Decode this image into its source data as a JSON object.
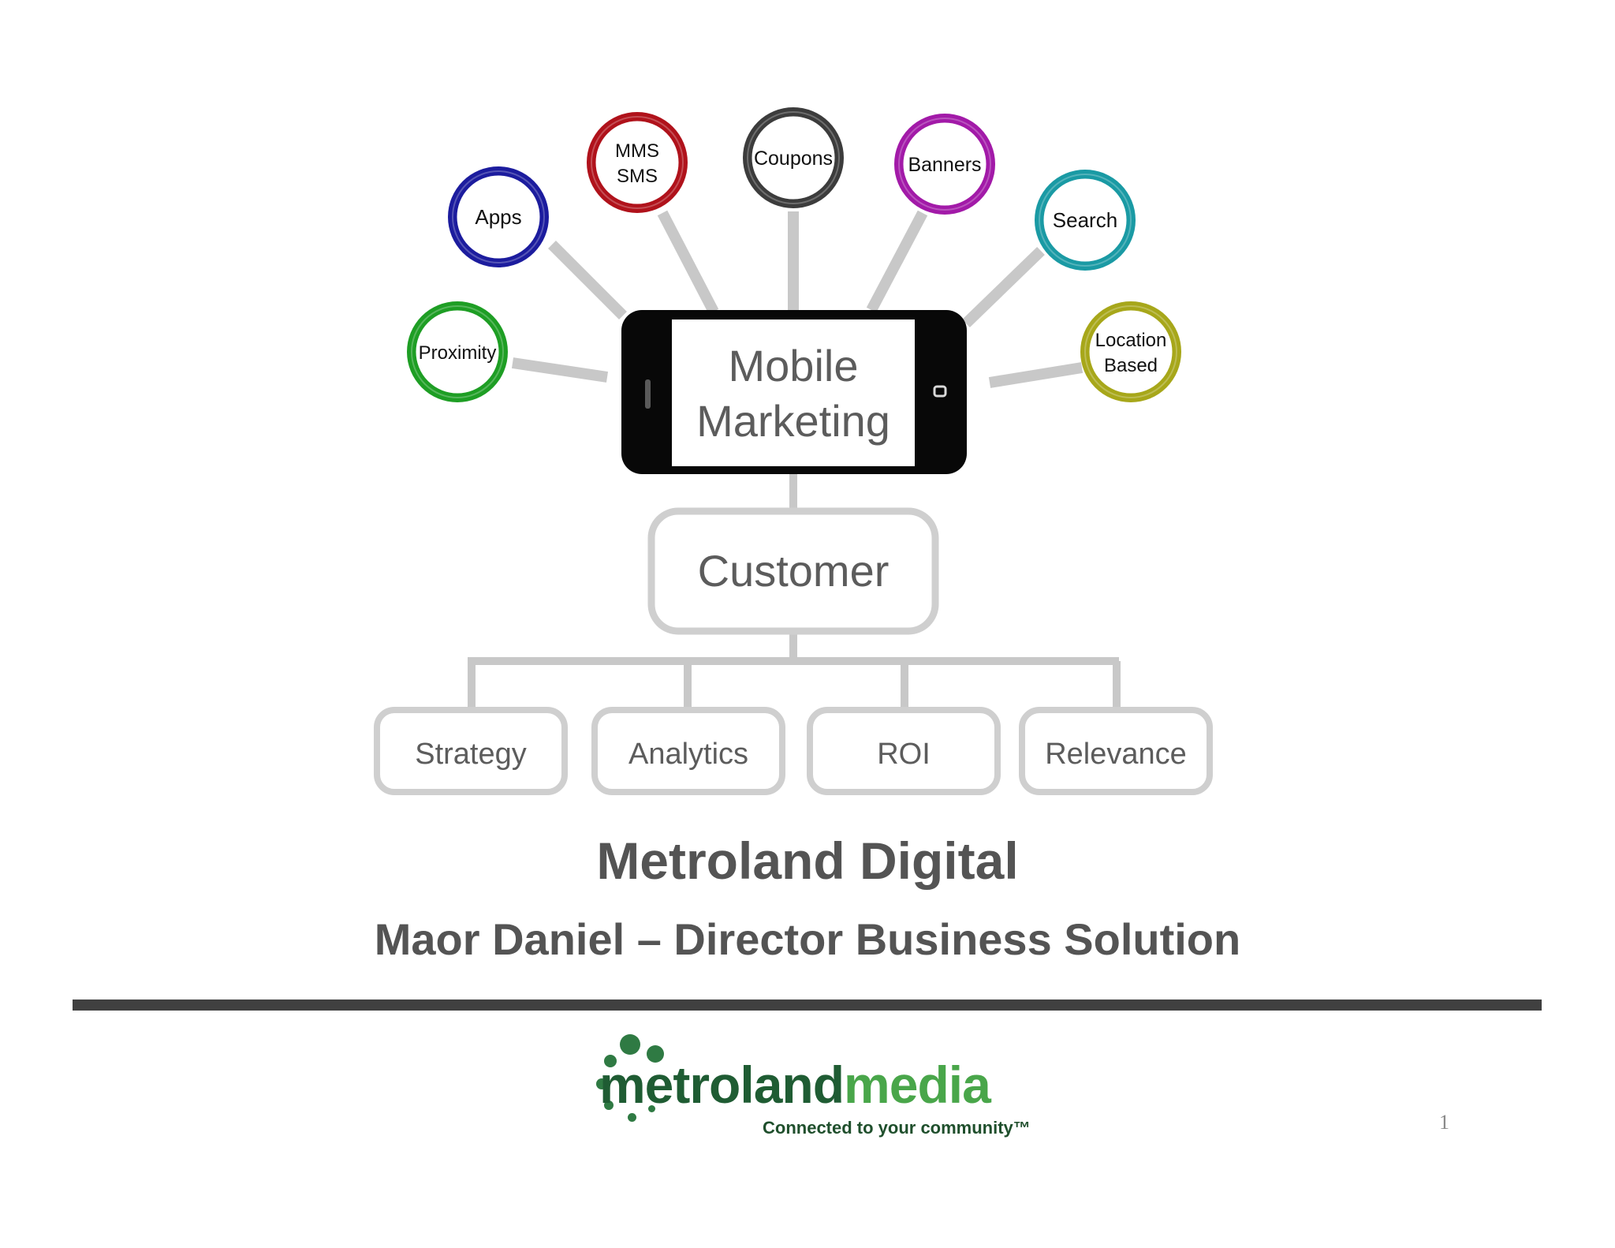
{
  "diagram": {
    "center": {
      "line1": "Mobile",
      "line2": "Marketing"
    },
    "channels": [
      {
        "key": "proximity",
        "lines": [
          "Proximity"
        ],
        "color": "#1e9e24"
      },
      {
        "key": "apps",
        "lines": [
          "Apps"
        ],
        "color": "#1c1c9e"
      },
      {
        "key": "mms-sms",
        "lines": [
          "MMS",
          "SMS"
        ],
        "color": "#b0121b"
      },
      {
        "key": "coupons",
        "lines": [
          "Coupons"
        ],
        "color": "#3c3c3c"
      },
      {
        "key": "banners",
        "lines": [
          "Banners"
        ],
        "color": "#a21aa8"
      },
      {
        "key": "search",
        "lines": [
          "Search"
        ],
        "color": "#1a9aa4"
      },
      {
        "key": "location",
        "lines": [
          "Location",
          "Based"
        ],
        "color": "#a7a71a"
      }
    ],
    "customer": "Customer",
    "outcomes": [
      "Strategy",
      "Analytics",
      "ROI",
      "Relevance"
    ]
  },
  "title": "Metroland Digital",
  "subtitle": "Maor Daniel – Director Business Solution",
  "logo": {
    "word_part1": "metroland",
    "word_part2": "media",
    "tagline": "Connected to your community™",
    "color_dark": "#1f5c33",
    "color_light": "#49a64a"
  },
  "page_number": "1"
}
